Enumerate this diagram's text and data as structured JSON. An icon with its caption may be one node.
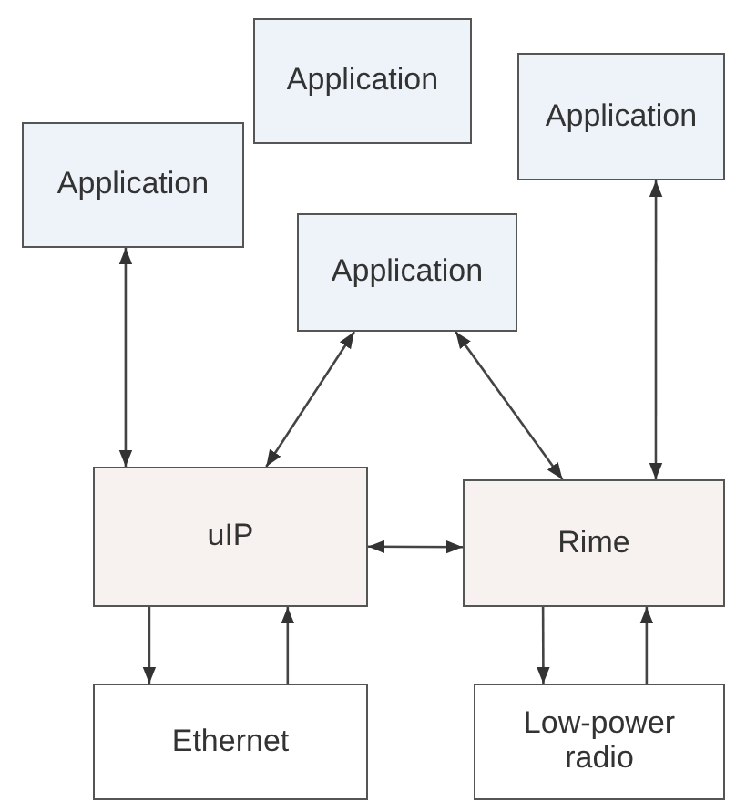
{
  "diagram": {
    "nodes": [
      {
        "text": [
          "Application"
        ]
      },
      {
        "text": [
          "Application"
        ]
      },
      {
        "text": [
          "Application"
        ]
      },
      {
        "text": [
          "Application"
        ]
      },
      {
        "text": [
          "uIP"
        ]
      },
      {
        "text": [
          "Rime"
        ]
      },
      {
        "text": [
          "Ethernet"
        ]
      },
      {
        "text": [
          "Low-power radio"
        ]
      }
    ],
    "edges": [
      {
        "from": 0,
        "to": 4,
        "arrow": "both"
      },
      {
        "from": 3,
        "to": 4,
        "arrow": "both"
      },
      {
        "from": 3,
        "to": 5,
        "arrow": "both"
      },
      {
        "from": 2,
        "to": 5,
        "arrow": "both"
      },
      {
        "from": 4,
        "to": 5,
        "arrow": "both"
      },
      {
        "from": 4,
        "to": 6,
        "arrow": "to"
      },
      {
        "from": 6,
        "to": 4,
        "arrow": "to"
      },
      {
        "from": 5,
        "to": 7,
        "arrow": "to"
      },
      {
        "from": 7,
        "to": 5,
        "arrow": "to"
      }
    ]
  }
}
